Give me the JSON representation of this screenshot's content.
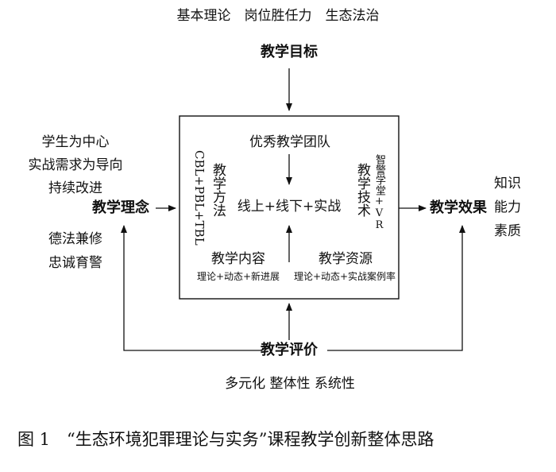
{
  "top_caption": "基本理论　岗位胜任力　生态法治",
  "goal_label": "教学目标",
  "philosophy": {
    "items": [
      "学生为中心",
      "实战需求为导向",
      "持续改进"
    ],
    "label": "教学理念",
    "values": [
      "德法兼修",
      "忠诚育警"
    ]
  },
  "box": {
    "team": "优秀教学团队",
    "method_label": "教学方法",
    "method_detail": "CBL+PBL+TBL",
    "core": "线上+线下+实战",
    "tech_label": "教学技术",
    "tech_detail": "智警学堂+VR",
    "content_label": "教学内容",
    "content_detail": "理论+动态+新进展",
    "resource_label": "教学资源",
    "resource_detail": "理论+动态+实战案例率"
  },
  "effect": {
    "label": "教学效果",
    "items": [
      "知识",
      "能力",
      "素质"
    ]
  },
  "evaluation": {
    "label": "教学评价",
    "caption": "多元化 整体性 系统性"
  },
  "figure_caption": "图 1　“生态环境犯罪理论与实务”课程教学创新整体思路"
}
